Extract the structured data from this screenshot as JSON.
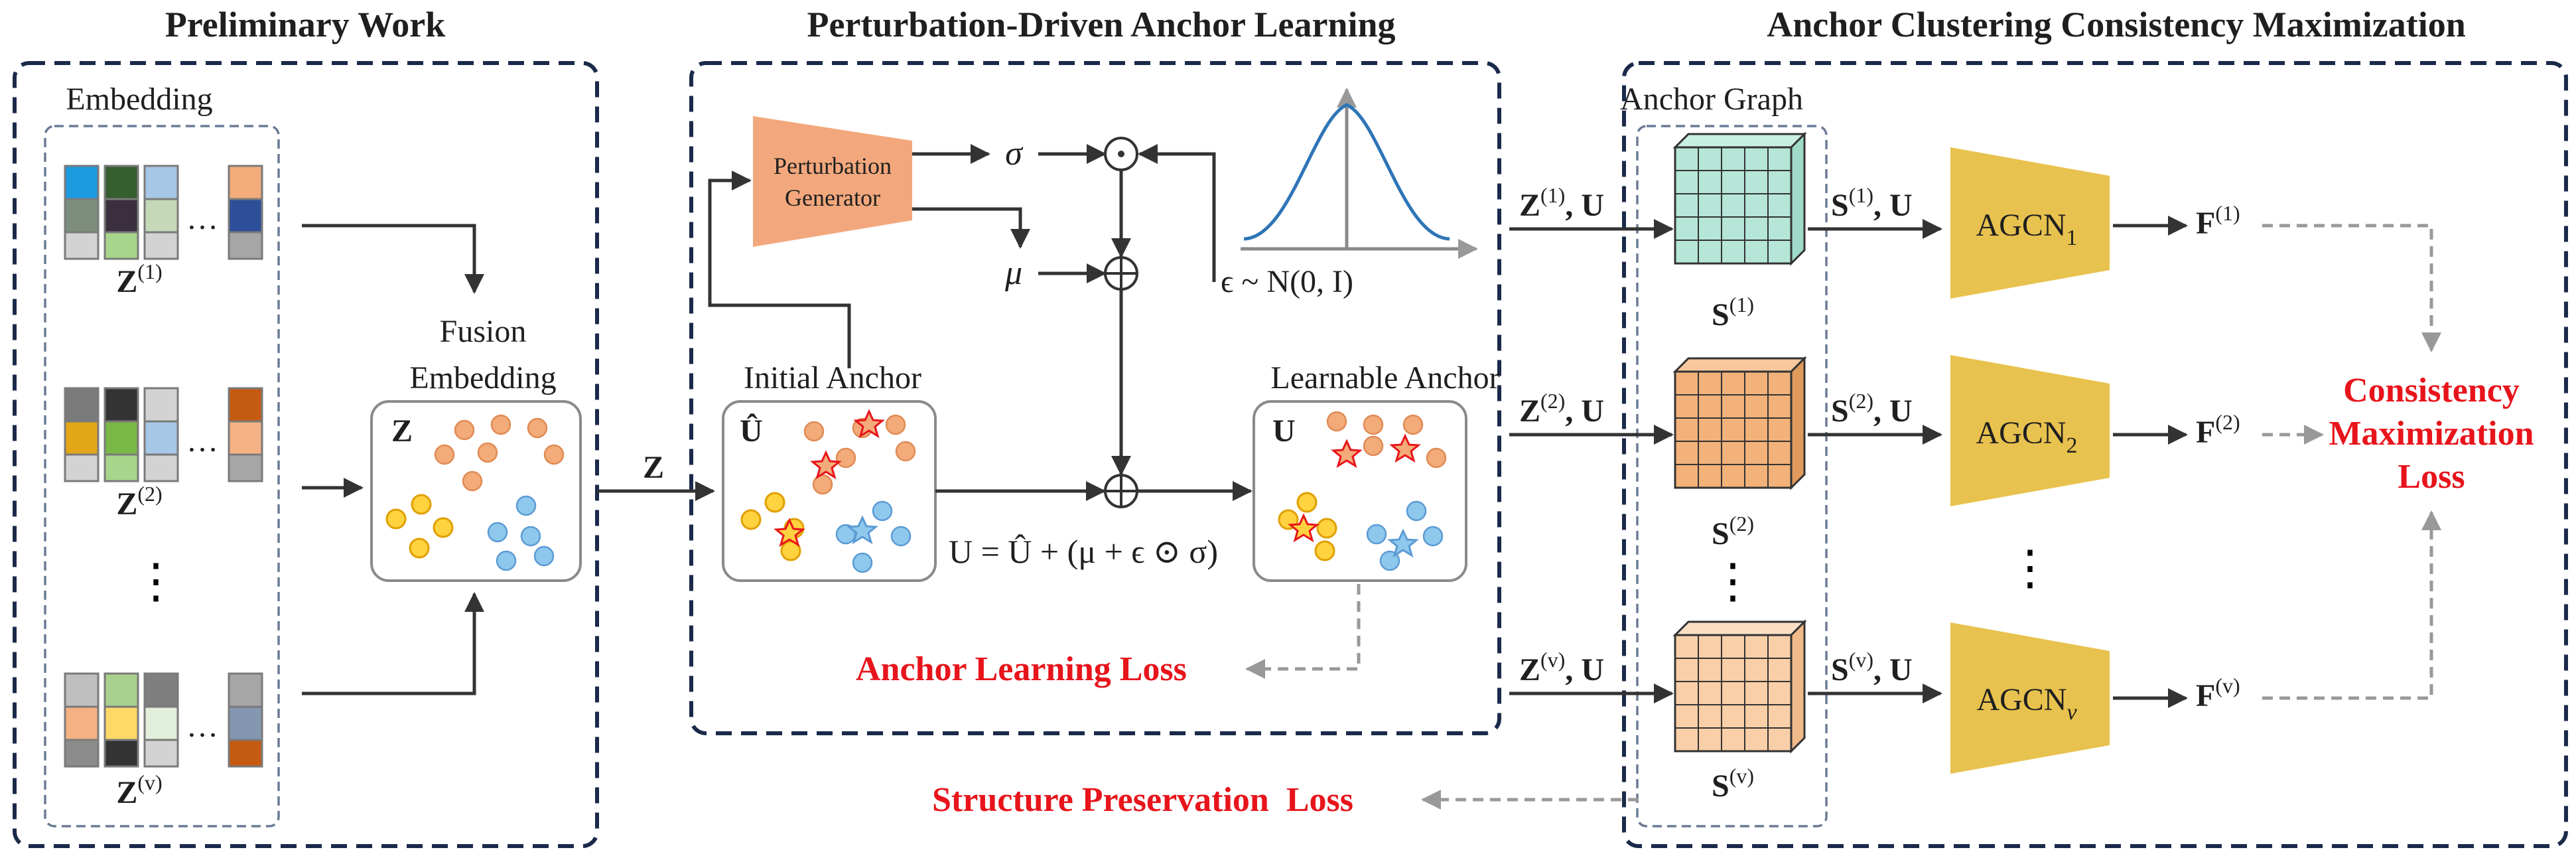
{
  "sections": {
    "preliminary": "Preliminary Work",
    "perturbation": "Perturbation-Driven Anchor Learning",
    "clustering": "Anchor Clustering Consistency Maximization"
  },
  "labels": {
    "embedding": "Embedding",
    "z": "Z",
    "superscript_1": "(1)",
    "superscript_2": "(2)",
    "superscript_v": "(v)",
    "fusion_line1": "Fusion",
    "fusion_line2": "Embedding",
    "perturbation_line1": "Perturbation",
    "perturbation_line2": "Generator",
    "sigma": "σ",
    "mu": "μ",
    "epsilon_dist": "ϵ ~ N(0, I)",
    "initial_anchor": "Initial Anchor",
    "learnable_anchor": "Learnable Anchor",
    "u_hat": "Û",
    "u": "U",
    "formula": "U = Û + (μ + ϵ ⊙ σ)",
    "anchor_graph": "Anchor Graph",
    "s": "S",
    "f": "F",
    "agcn": "AGCN",
    "agcn_sub_1": "1",
    "agcn_sub_2": "2",
    "agcn_sub_v": "v",
    "comma_u": ", U",
    "vdots": "⋮",
    "hdots": "…"
  },
  "losses": {
    "anchor_learning": "Anchor Learning Loss",
    "structure_preservation": "Structure Preservation  Loss",
    "consistency_line1": "Consistency",
    "consistency_line2": "Maximization",
    "consistency_line3": "Loss"
  },
  "colors": {
    "frame": "#1b2a4a",
    "inner_dash": "#6b7b95",
    "loss_red": "#e8141b",
    "generator_fill": "#f2a87c",
    "agcn_fill": "#e8c24e",
    "graph_green": "#b5e6d8",
    "graph_orange": "#f2b27a",
    "graph_peach": "#f8cfa8",
    "node_yellow": "#ffd23f",
    "node_orange": "#f2ab79",
    "node_blue": "#8ec8ec"
  }
}
